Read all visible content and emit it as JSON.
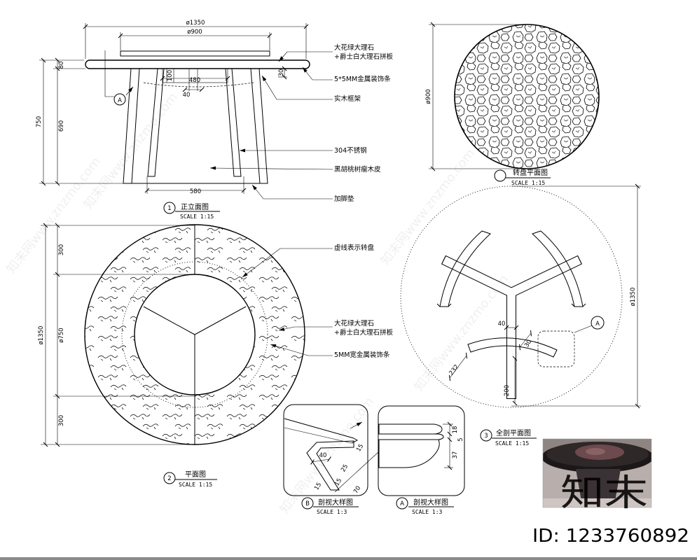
{
  "page": {
    "background": "#ffffff",
    "line_color": "#000000"
  },
  "elevation": {
    "dim_top_outer": "ø1350",
    "dim_top_inner": "ø900",
    "dim_left_80": "80",
    "dim_left_750": "750",
    "dim_left_690": "690",
    "dim_100": "100",
    "dim_480": "480",
    "dim_40": "40",
    "dim_30": "30",
    "dim_580": "580",
    "section_marker": "A",
    "labels": {
      "marble_1": "大花绿大理石",
      "marble_2": "+爵士白大理石拼板",
      "metal_strip": "5*5MM金属装饰条",
      "wood_frame": "实木框架",
      "steel": "304不锈钢",
      "veneer": "黑胡桃树瘤木皮",
      "foot_pad": "加脚垫"
    },
    "title": {
      "number": "1",
      "name": "正立面图",
      "scale": "SCALE 1:15"
    }
  },
  "turntable_plan": {
    "dim_diameter": "ø900",
    "title": {
      "name": "转盘平面图",
      "scale": "SCALE 1:15"
    }
  },
  "plan": {
    "dim_300_top": "300",
    "dim_750": "ø750",
    "dim_1350": "ø1350",
    "dim_300_bottom": "300",
    "labels": {
      "turntable_dashed": "虚线表示转盘",
      "marble_1": "大花绿大理石",
      "marble_2": "+爵士白大理石拼板",
      "metal_strip": "5MM宽金属装饰条"
    },
    "title": {
      "number": "2",
      "name": "平面图",
      "scale": "SCALE 1:15"
    }
  },
  "section_plan": {
    "dim_40": "40",
    "dim_30": "30",
    "dim_232": "232",
    "dim_200": "200",
    "dim_1350": "ø1350",
    "detail_marker": "A",
    "title": {
      "number": "3",
      "name": "全剖平面图",
      "scale": "SCALE 1:15"
    }
  },
  "detail_b": {
    "dims": [
      "40",
      "25",
      "15",
      "15",
      "15",
      "70"
    ],
    "title": {
      "marker": "B",
      "name": "剖视大样图",
      "scale": "SCALE 1:3"
    }
  },
  "detail_a": {
    "dims": [
      "18",
      "5",
      "37"
    ],
    "title": {
      "marker": "A",
      "name": "剖视大样图",
      "scale": "SCALE 1:3"
    }
  },
  "photo": {
    "watermark_logo": "知末"
  },
  "watermark": {
    "id_text": "ID: 1233760892",
    "diagonal": "知末网www.znzmo.com"
  }
}
